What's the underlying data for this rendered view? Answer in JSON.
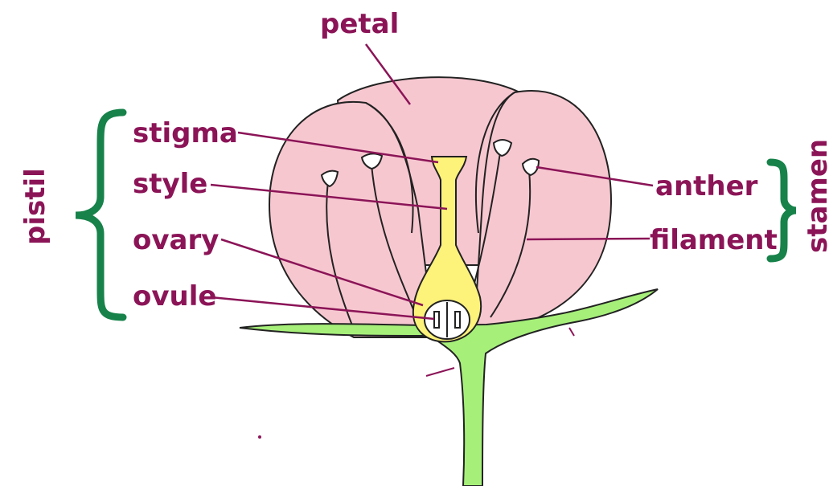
{
  "labels": {
    "petal": "petal",
    "stigma": "stigma",
    "style": "style",
    "ovary": "ovary",
    "ovule": "ovule",
    "anther": "anther",
    "filament": "filament",
    "pistil": "pistil",
    "stamen": "stamen"
  },
  "colors": {
    "label": "#8b1457",
    "leader": "#8b1457",
    "petal": "#f7c7d0",
    "pistil": "#fdf27a",
    "stem": "#a6f07a",
    "bracket": "#17824a",
    "outline": "#222222"
  }
}
